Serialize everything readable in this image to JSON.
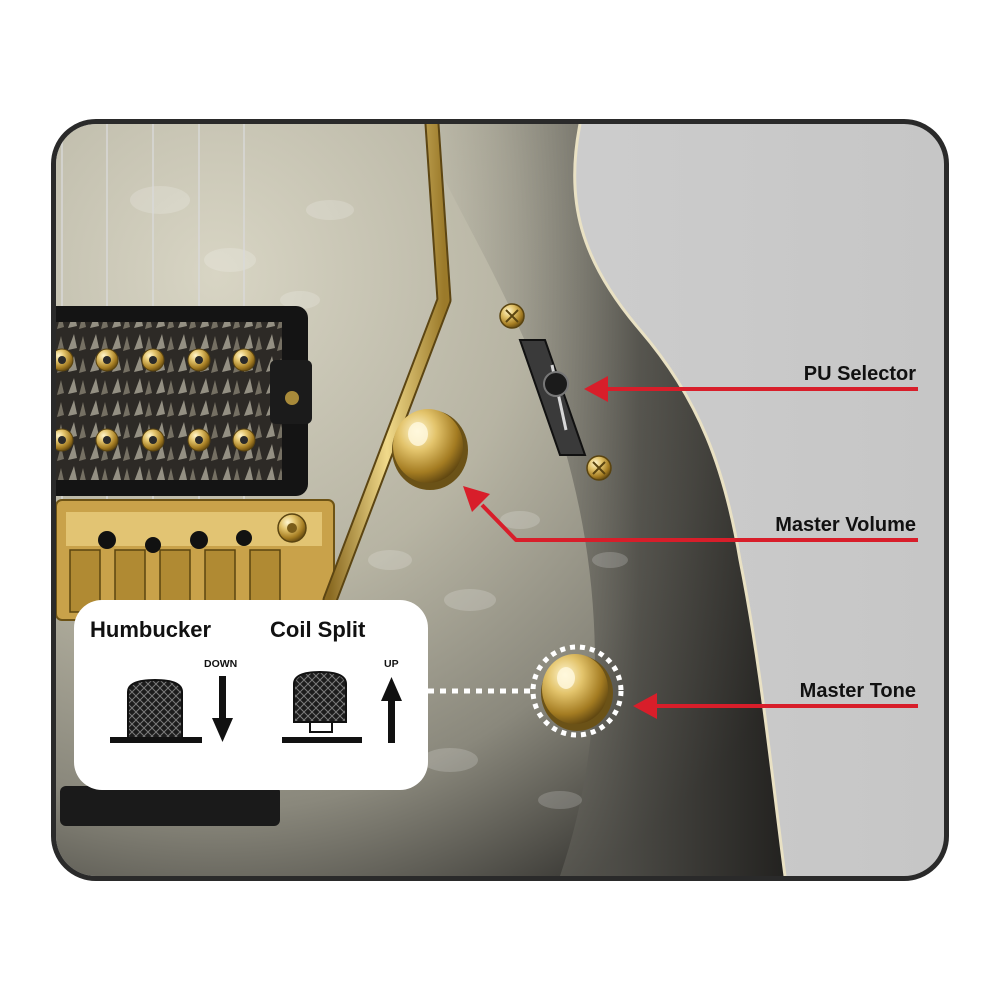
{
  "callouts": {
    "pu_selector": "PU Selector",
    "master_volume": "Master Volume",
    "master_tone": "Master Tone"
  },
  "inset": {
    "humbucker": {
      "title": "Humbucker",
      "direction": "DOWN"
    },
    "coil_split": {
      "title": "Coil Split",
      "direction": "UP"
    }
  },
  "colors": {
    "arrow": "#d81e2a",
    "frame": "#2a2a2a",
    "gold": "#c9a24a",
    "body_light": "#b9b6a6",
    "body_dark": "#2c2b28",
    "background_panel": "#cfcfcf"
  },
  "icons": {
    "knob": "knurled-knob-icon",
    "arrow_down": "arrow-down-icon",
    "arrow_up": "arrow-up-icon"
  }
}
